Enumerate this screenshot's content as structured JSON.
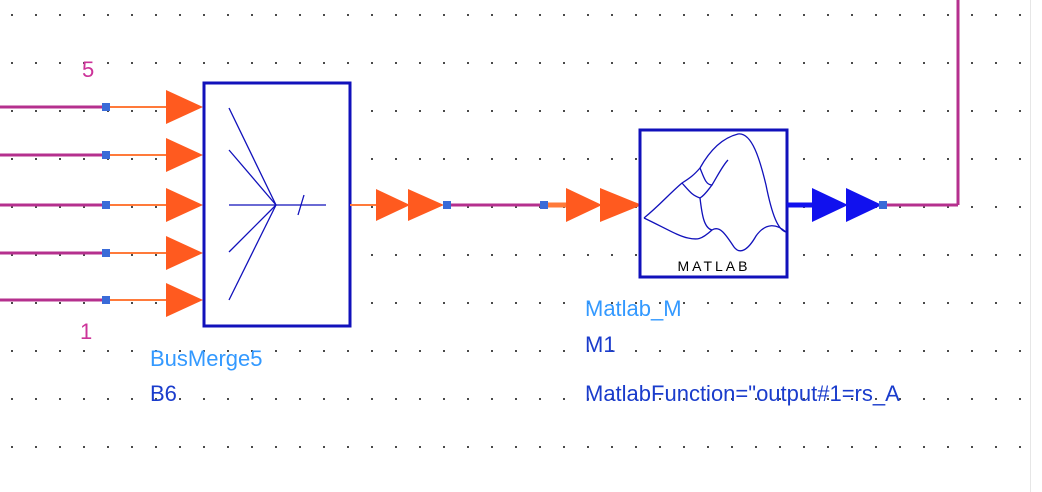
{
  "colors": {
    "wire": "#b5308e",
    "port_arrow": "#ff5a1f",
    "port_stub": "#ff7a3a",
    "pin": "#3a6bd8",
    "component_border": "#1111bb",
    "component_fill": "#ffffff",
    "output_arrow": "#1111ee",
    "instance_label": "#3399ff",
    "pin_number": "#cc3399",
    "grid_dot": "#4a4a4a"
  },
  "bus_merge": {
    "type_label": "BusMerge5",
    "instance_label": "B6",
    "pin_top_number": "5",
    "pin_bottom_number": "1",
    "icon": "bus-merge-icon"
  },
  "matlab_block": {
    "type_label": "Matlab_M",
    "instance_label": "M1",
    "parameter": "MatlabFunction=\"output#1=rs_A",
    "logo_text": "MATLAB",
    "icon": "matlab-logo-icon"
  }
}
